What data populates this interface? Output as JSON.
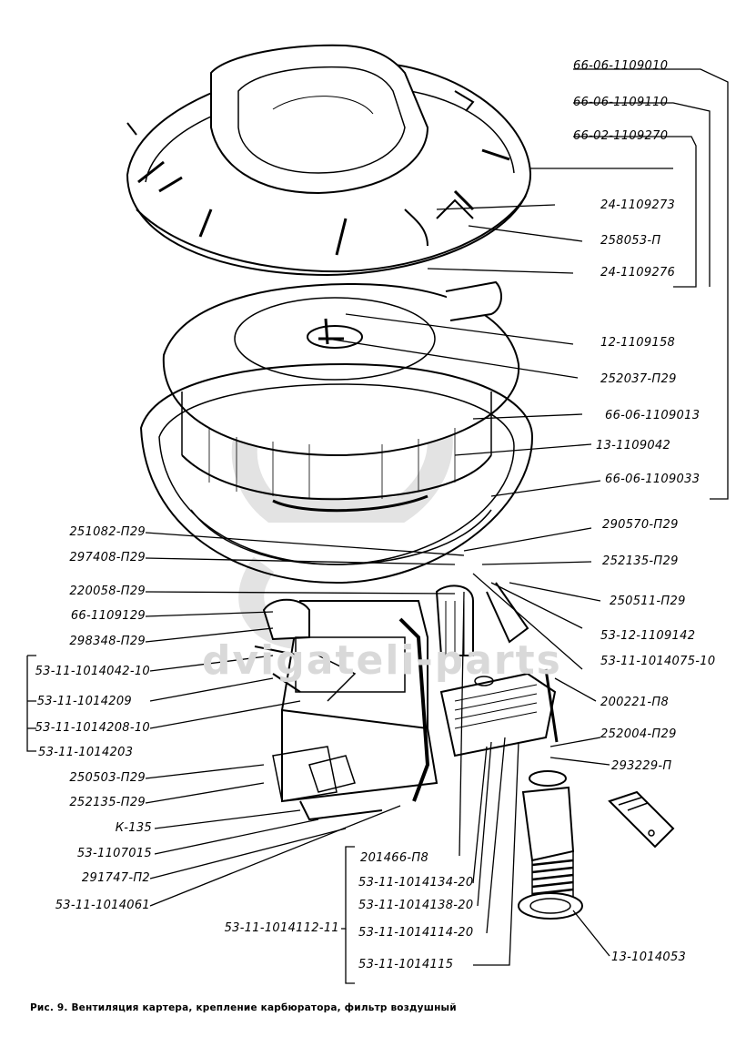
{
  "caption": "Рис. 9. Вентиляция картера, крепление карбюратора, фильтр воздушный",
  "watermark": "dvigateli-parts",
  "labels": {
    "l01": "66-06-1109010",
    "l02": "66-06-1109110",
    "l03": "66-02-1109270",
    "l04": "24-1109273",
    "l05": "258053-П",
    "l06": "24-1109276",
    "l07": "12-1109158",
    "l08": "252037-П29",
    "l09": "66-06-1109013",
    "l10": "13-1109042",
    "l11": "66-06-1109033",
    "l12": "290570-П29",
    "l13": "252135-П29",
    "l14": "250511-П29",
    "l15": "53-12-1109142",
    "l16": "53-11-1014075-10",
    "l17": "200221-П8",
    "l18": "252004-П29",
    "l19": "293229-П",
    "l20": "13-1014053",
    "l21": "251082-П29",
    "l22": "297408-П29",
    "l23": "220058-П29",
    "l24": "66-1109129",
    "l25": "298348-П29",
    "l26": "53-11-1014042-10",
    "l27": "53-11-1014209",
    "l28": "53-11-1014208-10",
    "l29": "53-11-1014203",
    "l30": "250503-П29",
    "l31": "252135-П29",
    "l32": "К-135",
    "l33": "53-1107015",
    "l34": "291747-П2",
    "l35": "53-11-1014061",
    "l36": "53-11-1014112-11",
    "l37": "201466-П8",
    "l38": "53-11-1014134-20",
    "l39": "53-11-1014138-20",
    "l40": "53-11-1014114-20",
    "l41": "53-11-1014115"
  }
}
